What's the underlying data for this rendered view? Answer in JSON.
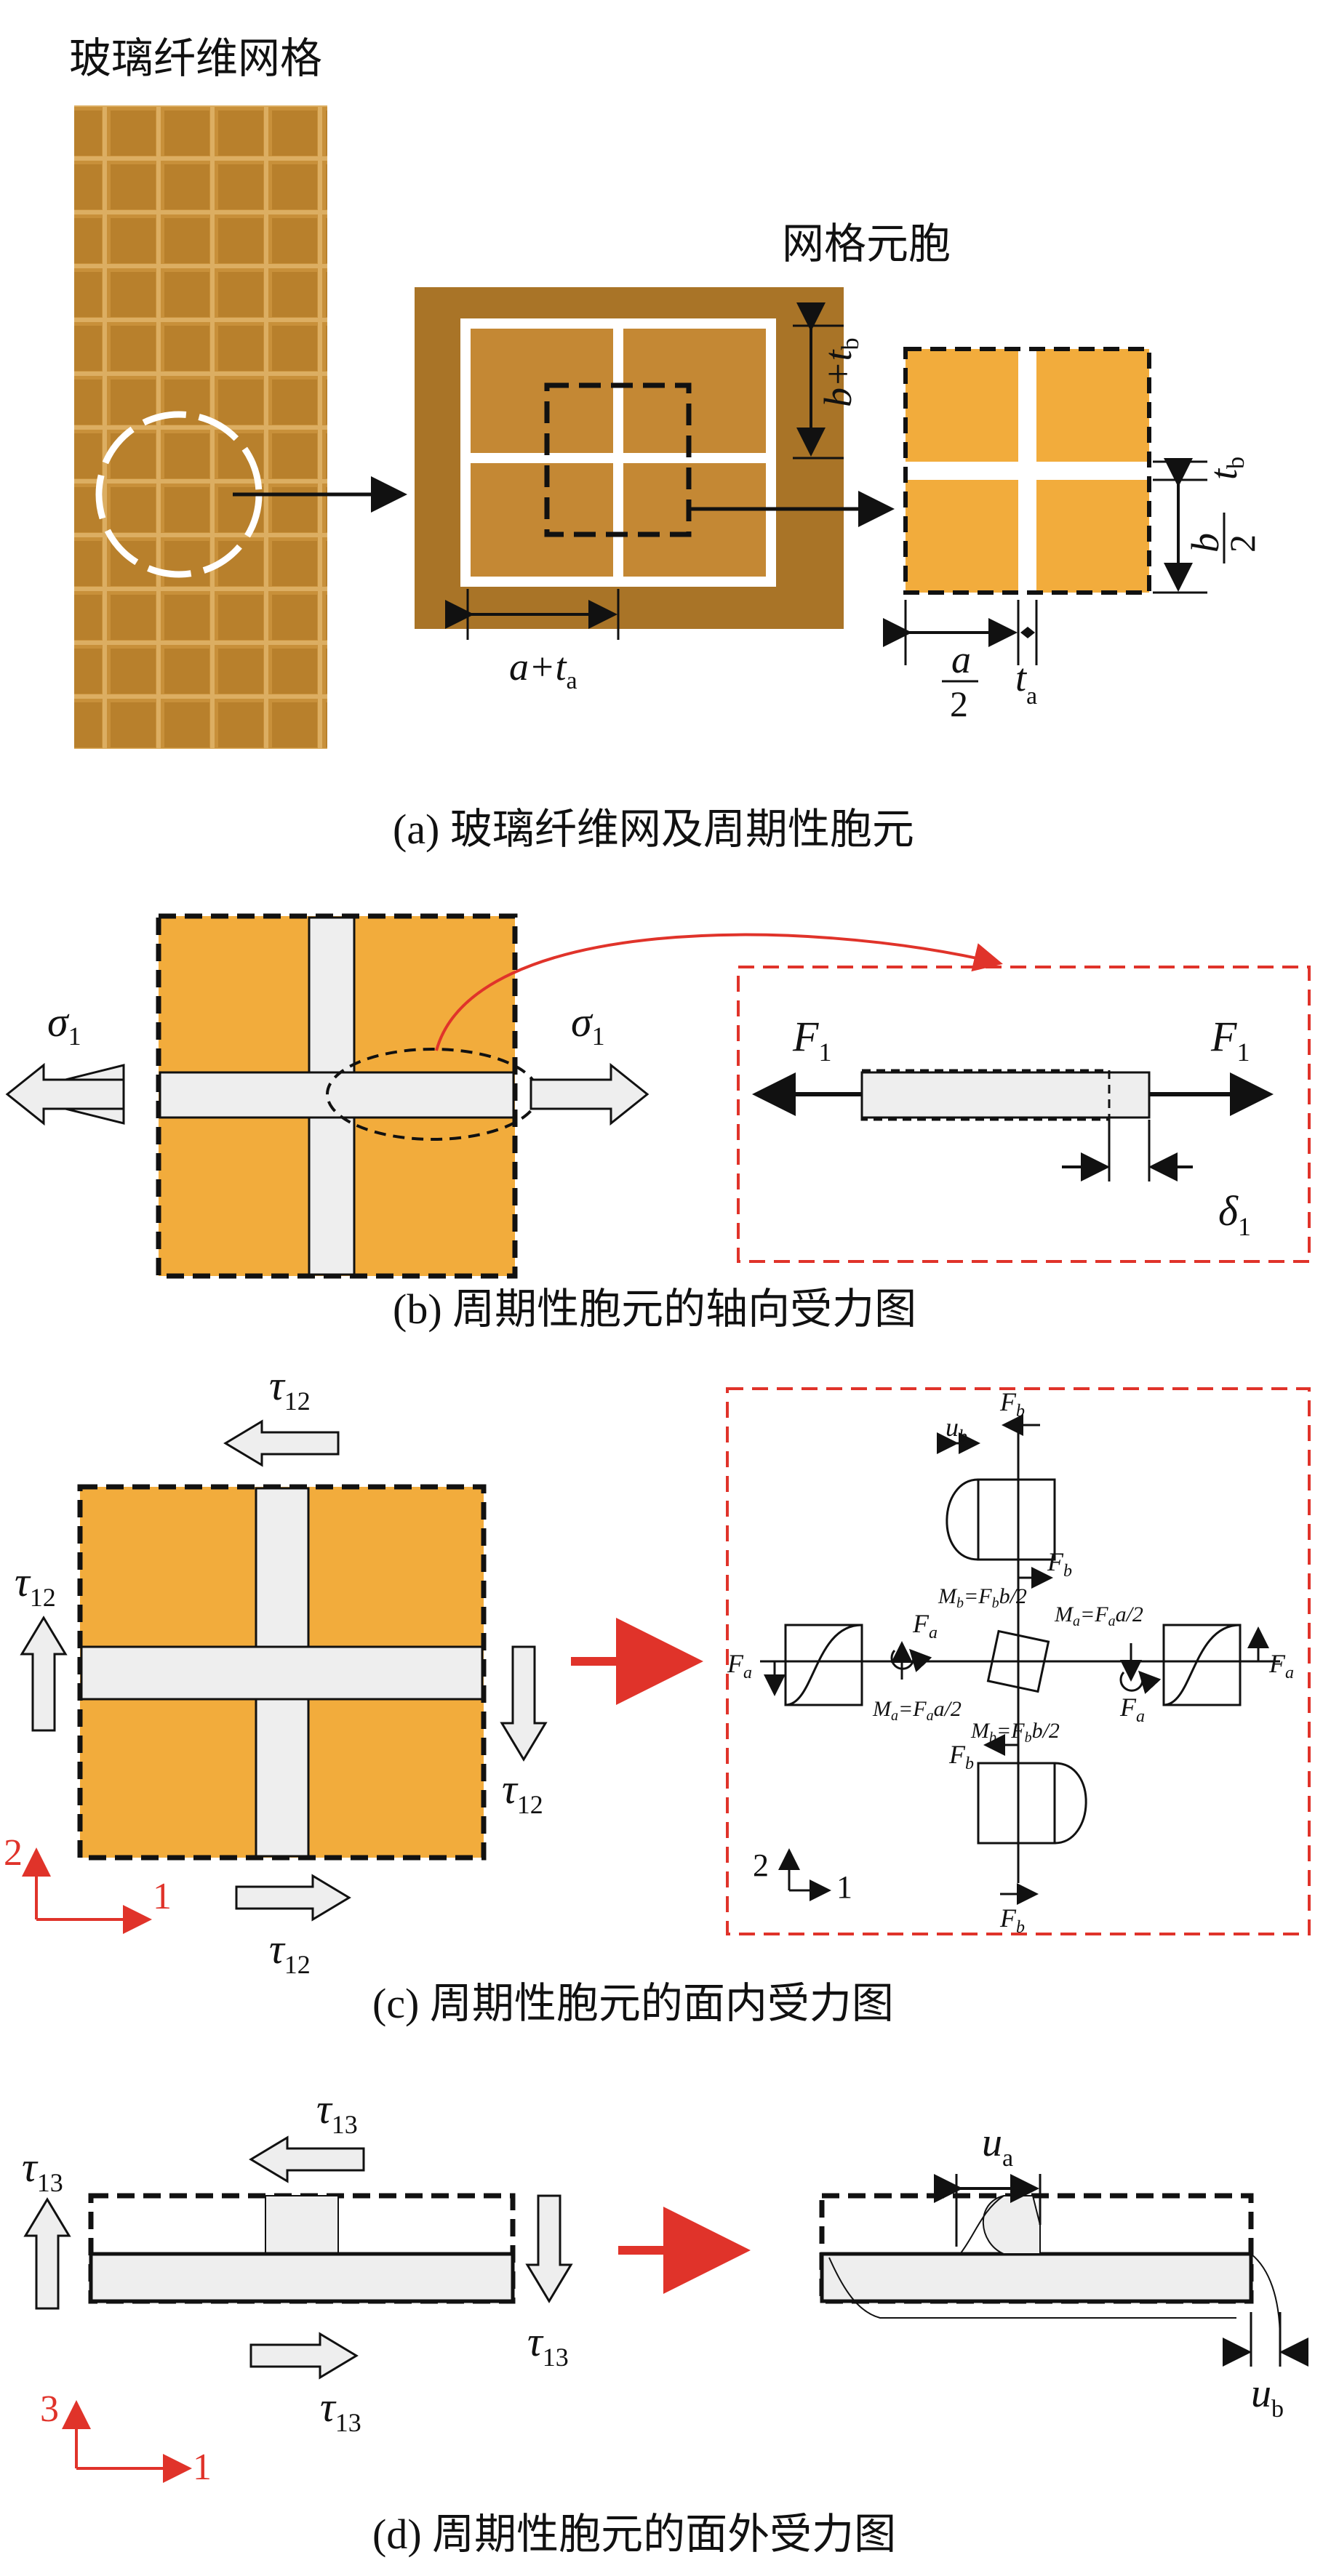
{
  "panel_a": {
    "label_mesh": "玻璃纤维网格",
    "label_cell": "网格元胞",
    "dim_b_tb": "b+t",
    "dim_b_tb_sub": "b",
    "dim_a_ta": "a+t",
    "dim_a_ta_sub": "a",
    "dim_tb": "t",
    "dim_tb_sub": "b",
    "dim_b": "b",
    "dim_b_den": "2",
    "dim_a": "a",
    "dim_a_den": "2",
    "dim_ta": "t",
    "dim_ta_sub": "a",
    "caption": "(a) 玻璃纤维网及周期性胞元"
  },
  "panel_b": {
    "sigma": "σ",
    "sigma_sub": "1",
    "force": "F",
    "force_sub": "1",
    "delta": "δ",
    "delta_sub": "1",
    "caption": "(b) 周期性胞元的轴向受力图"
  },
  "panel_c": {
    "tau": "τ",
    "tau_sub": "12",
    "axis_1": "1",
    "axis_2": "2",
    "Fa": "F",
    "Fa_sub": "a",
    "Fb": "F",
    "Fb_sub": "b",
    "ub": "u",
    "ub_sub": "b",
    "Mb_text": "M",
    "Mb_sub": "b",
    "Mb_rhs": "=F",
    "Mb_rhs_sub": "b",
    "Mb_tail": "b/2",
    "Ma_text": "M",
    "Ma_sub": "a",
    "Ma_rhs": "=F",
    "Ma_rhs_sub": "a",
    "Ma_tail": "a/2",
    "caption": "(c) 周期性胞元的面内受力图"
  },
  "panel_d": {
    "tau": "τ",
    "tau_sub": "13",
    "axis_1": "1",
    "axis_3": "3",
    "ua": "u",
    "ua_sub": "a",
    "ub": "u",
    "ub_sub": "b",
    "caption": "(d) 周期性胞元的面外受力图"
  },
  "colors": {
    "fabric": "#c98f35",
    "fabric_dark": "#a86f1f",
    "orange": "#f2ac3c",
    "strip": "#eeeeee",
    "red": "#e0332a",
    "black": "#111111"
  }
}
